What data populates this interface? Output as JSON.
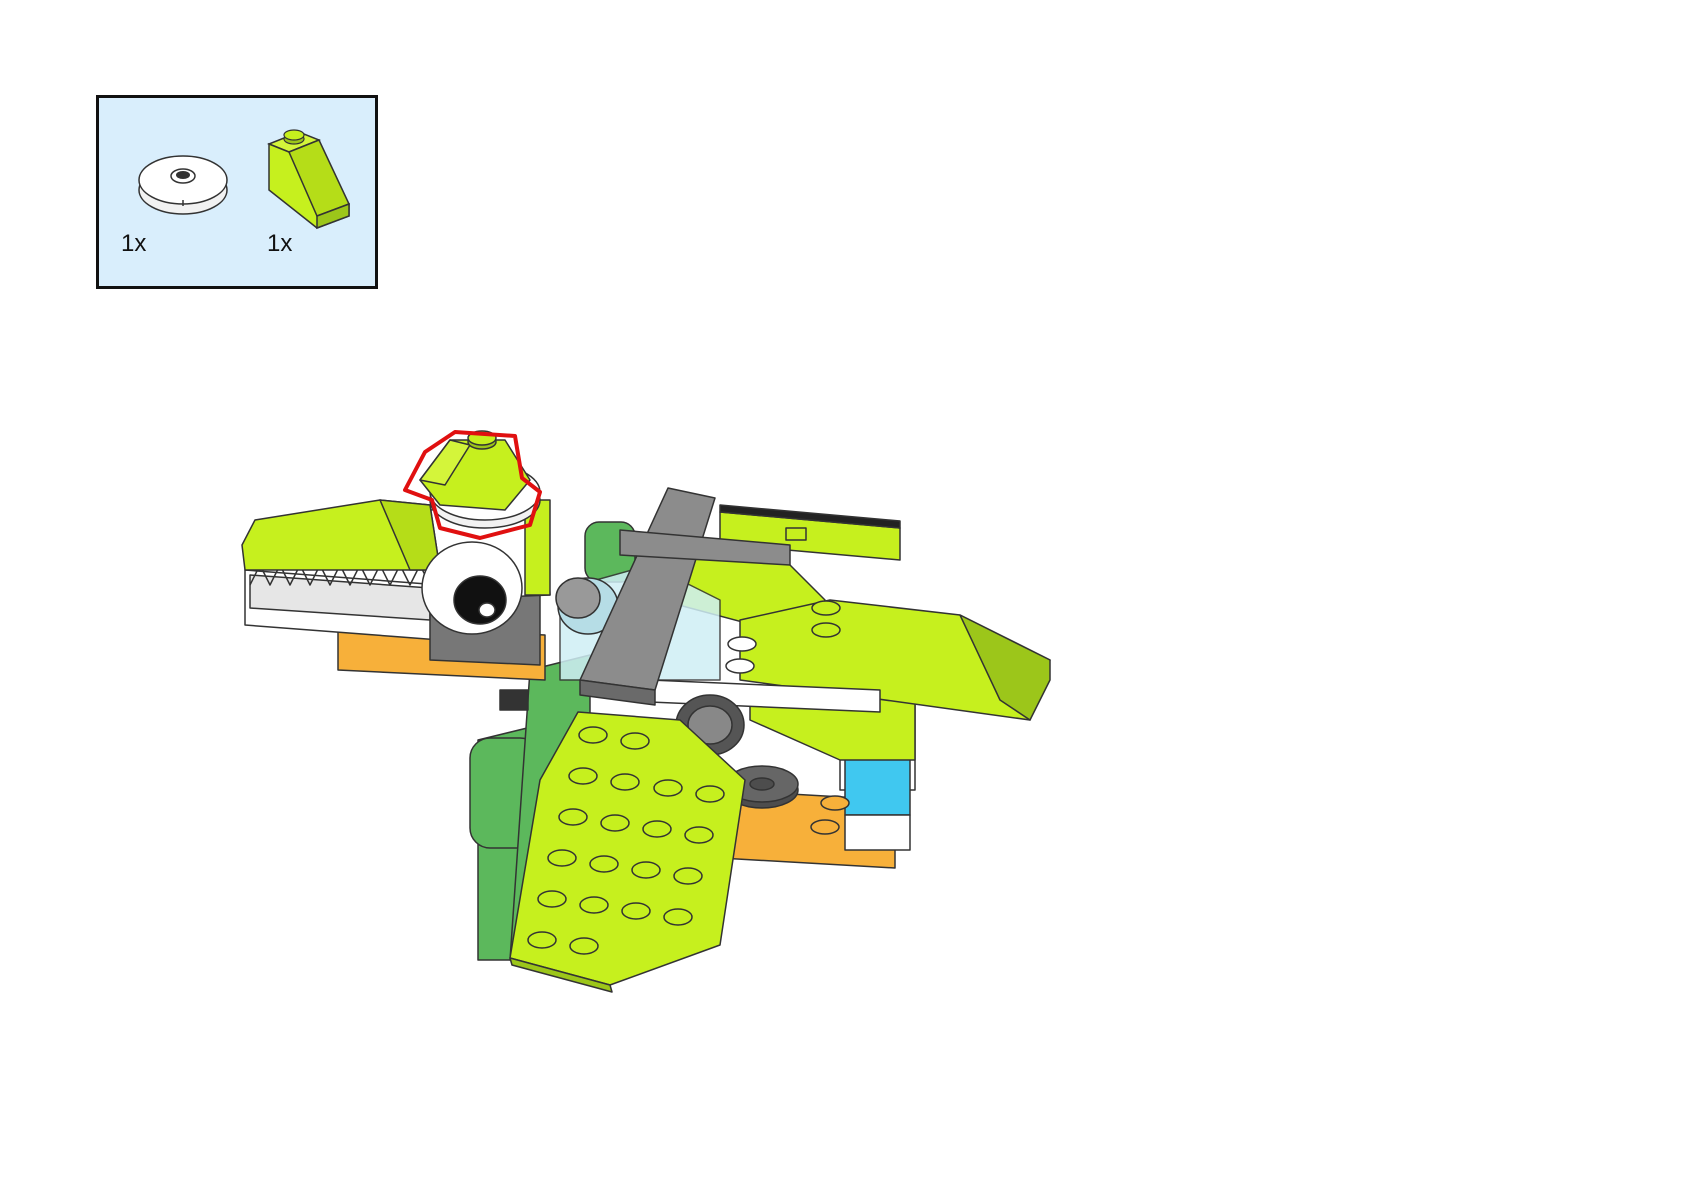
{
  "parts_list": {
    "items": [
      {
        "part": "round-tile-2x2-white",
        "quantity": "1x"
      },
      {
        "part": "slope-brick-lime",
        "quantity": "1x"
      }
    ]
  },
  "colors": {
    "lime": "#c6f01e",
    "lime_dark": "#9cc61a",
    "green": "#5cb85c",
    "white": "#ffffff",
    "gray": "#8c8c8c",
    "dark_gray": "#4d4d4d",
    "orange": "#f7b03a",
    "light_blue": "#40c8f0",
    "panel_bg": "#d9eefc",
    "highlight": "#e01010"
  },
  "assembly": {
    "highlighted_part": "slope-brick-lime"
  }
}
